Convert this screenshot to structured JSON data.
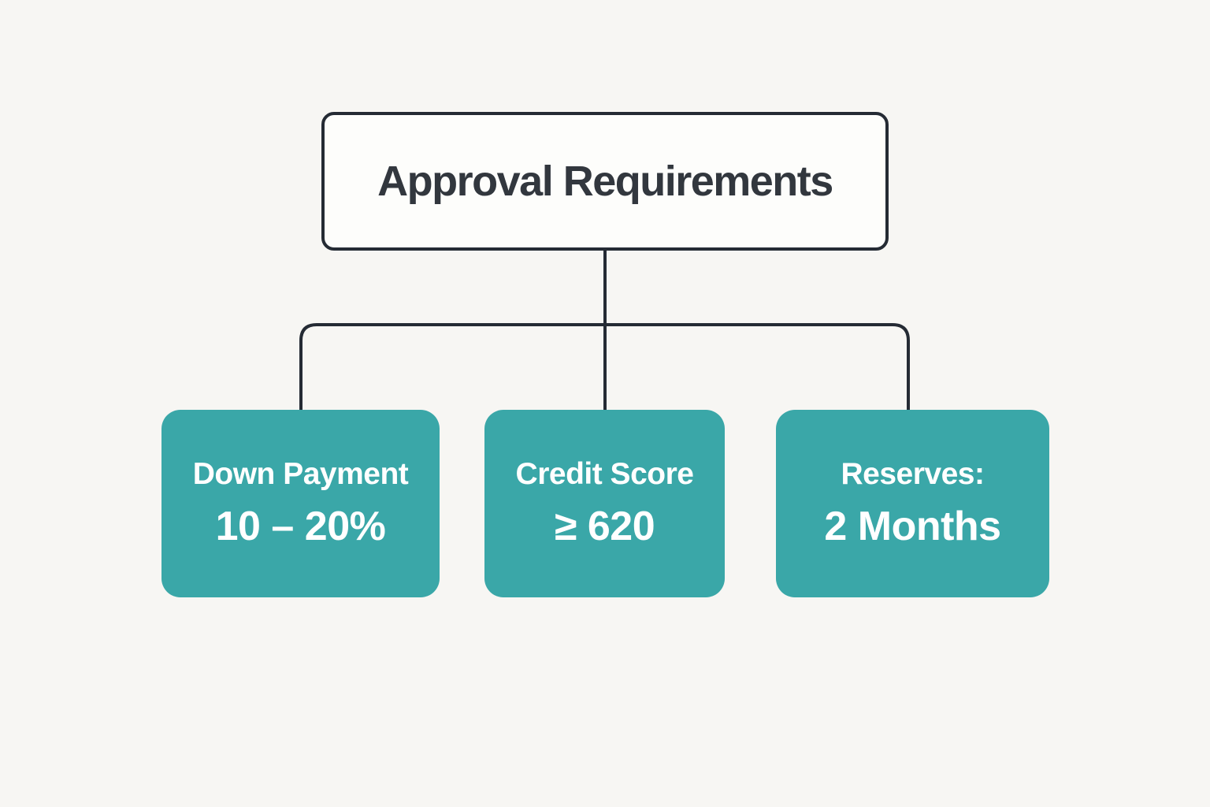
{
  "diagram": {
    "title": "Approval Requirements",
    "nodes": [
      {
        "label": "Down Payment",
        "value": "10 – 20%"
      },
      {
        "label": "Credit Score",
        "value": "≥ 620"
      },
      {
        "label": "Reserves:",
        "value": "2 Months"
      }
    ],
    "colors": {
      "background": "#f7f6f3",
      "root_fill": "#fdfdfb",
      "root_border": "#252b34",
      "root_text": "#32373e",
      "node_fill": "#3aa7a8",
      "node_text": "#ffffff",
      "connector": "#252b34"
    }
  }
}
